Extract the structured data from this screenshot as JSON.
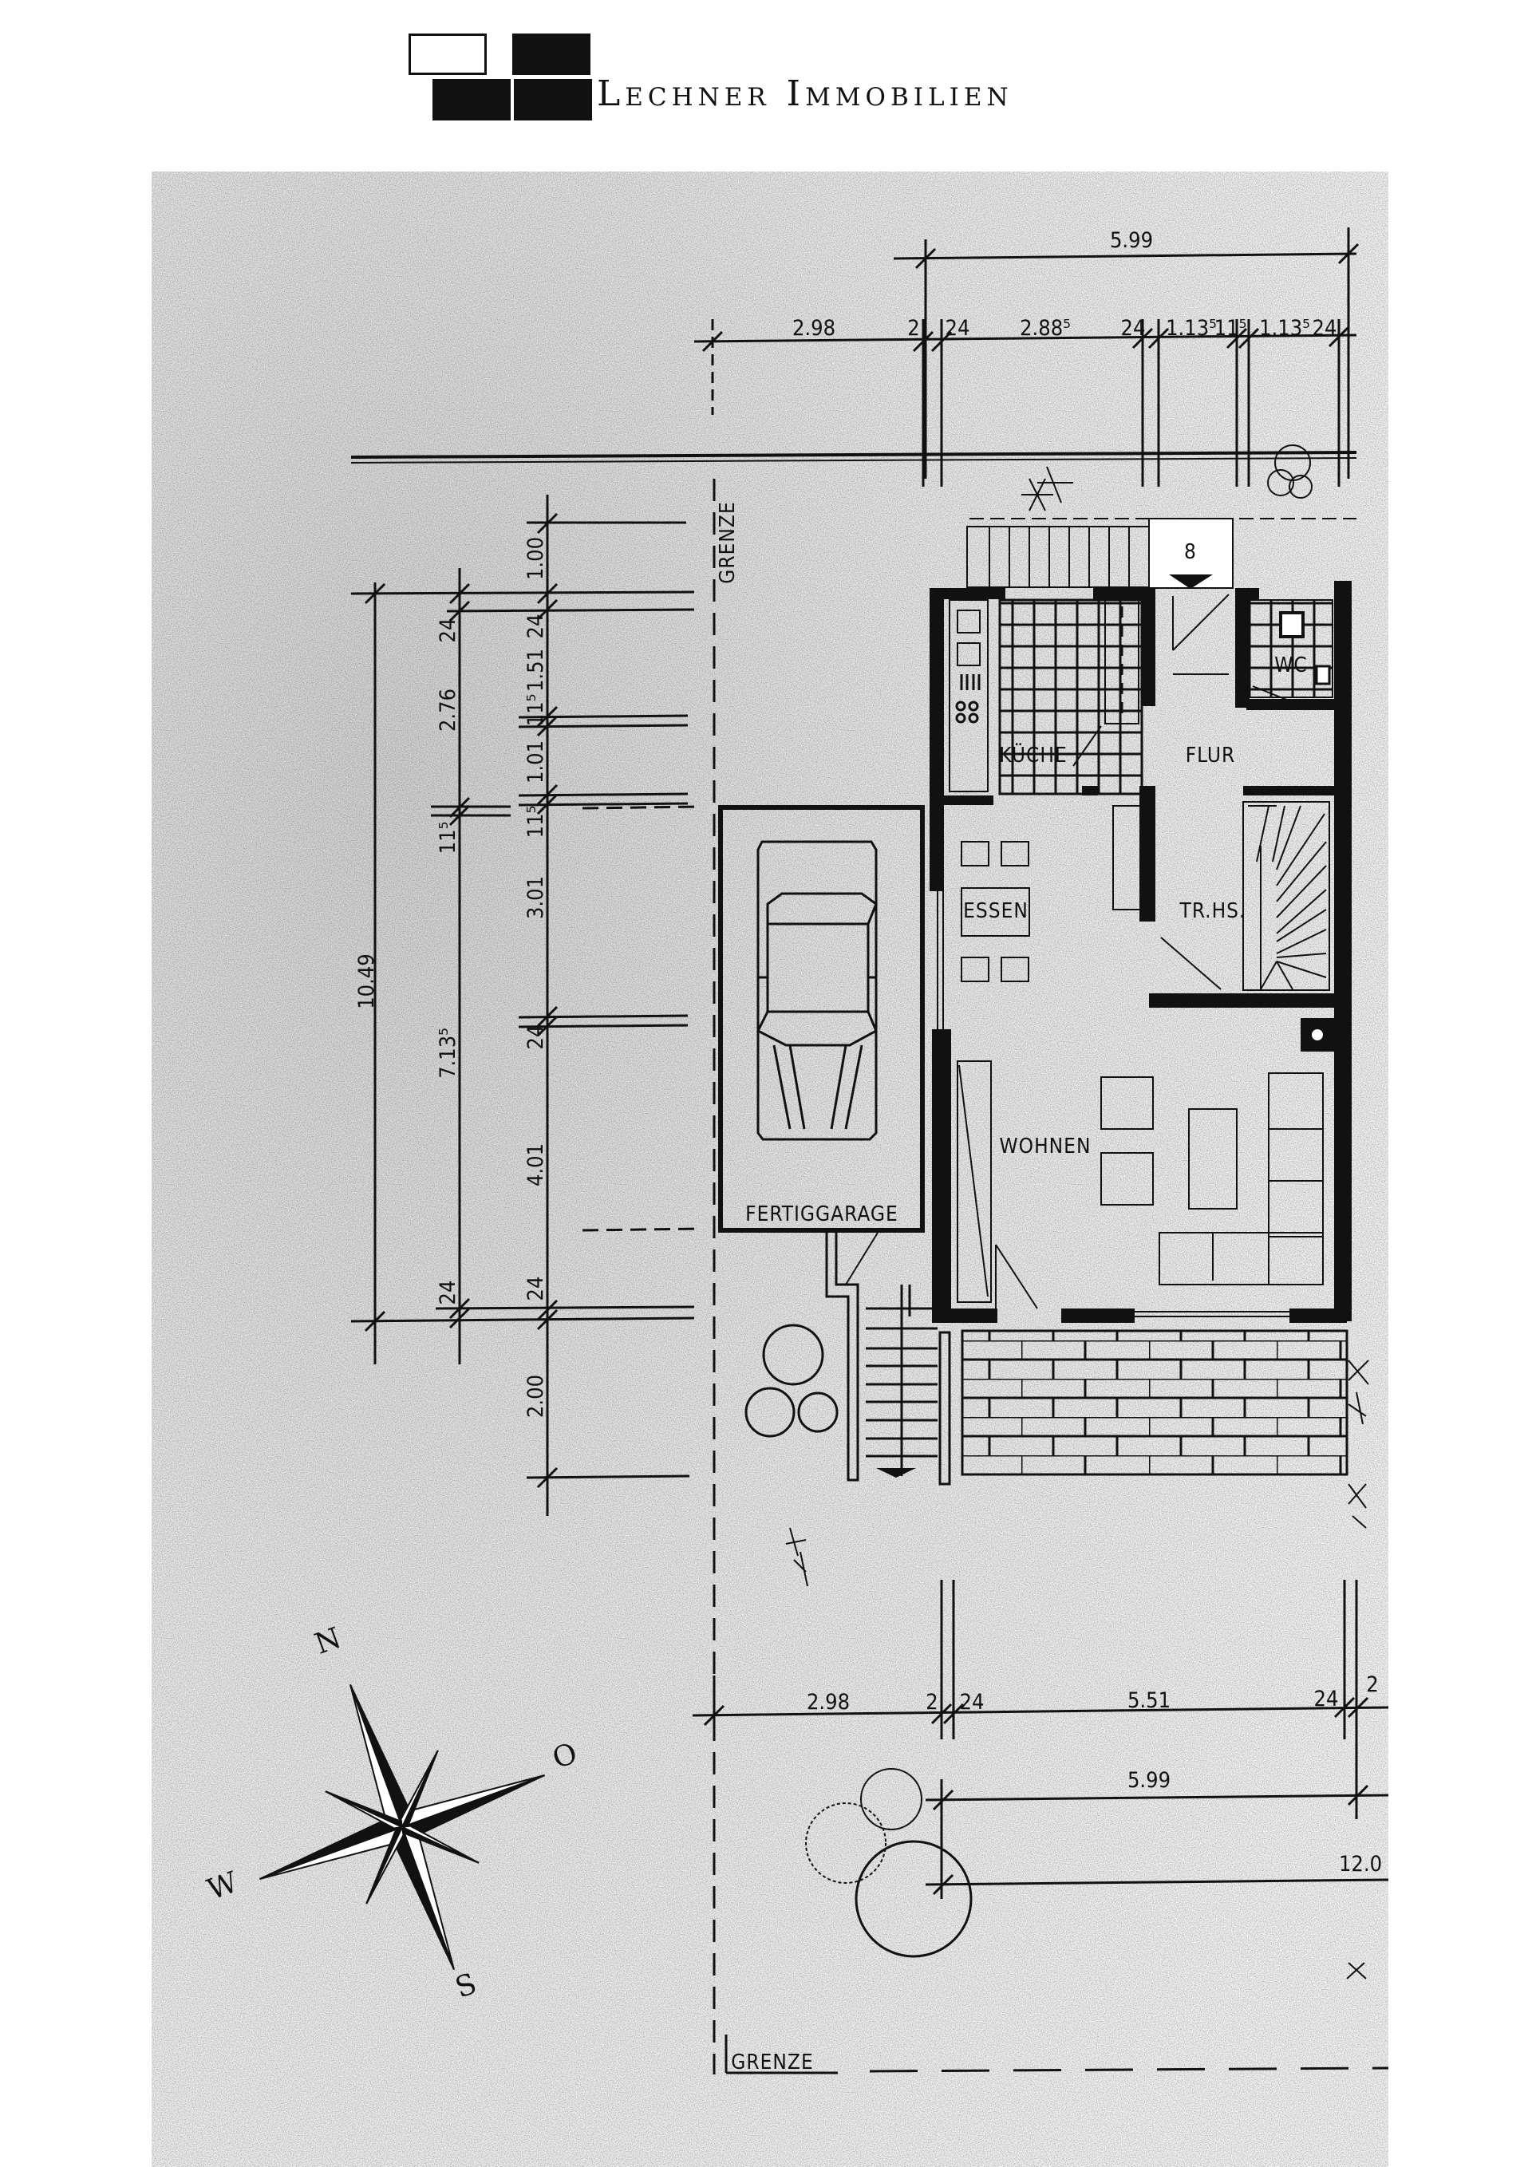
{
  "header": {
    "brand": "Lechner Immobilien",
    "logo_icon": "four-squares-logo"
  },
  "plan": {
    "type": "ground floor plan (Erdgeschoss) — terraced house",
    "rooms": {
      "kitchen": "KÜCHE",
      "hall": "FLUR",
      "wc": "WC",
      "dining": "ESSEN",
      "stairwell": "TR.HS.",
      "living": "WOHNEN",
      "garage": "FERTIGGARAGE"
    },
    "boundary_label_top": "GRENZE",
    "boundary_label_bottom": "GRENZE",
    "entrance_steps_count": "8",
    "dimensions_top": {
      "overall": "5.99",
      "segments": [
        "2.98",
        "2",
        "24",
        "2.88⁵",
        "24",
        "1.13⁵",
        "11⁵",
        "1.13⁵",
        "24"
      ]
    },
    "dimensions_left_outer": {
      "overall": "10.49"
    },
    "dimensions_left_middle": {
      "segments": [
        "24",
        "2.76",
        "11⁵",
        "7.13⁵",
        "24"
      ]
    },
    "dimensions_left_inner": {
      "segments": [
        "1.00",
        "24",
        "1.51",
        "11⁵",
        "1.01",
        "11⁵",
        "3.01",
        "24",
        "4.01",
        "24",
        "2.00"
      ]
    },
    "dimensions_bottom": {
      "segments": [
        "2.98",
        "2",
        "24",
        "5.51",
        "24",
        "2"
      ],
      "overall": "5.99",
      "total": "12.0"
    },
    "compass": {
      "north": "N",
      "east": "O",
      "south": "S",
      "west": "W"
    }
  }
}
